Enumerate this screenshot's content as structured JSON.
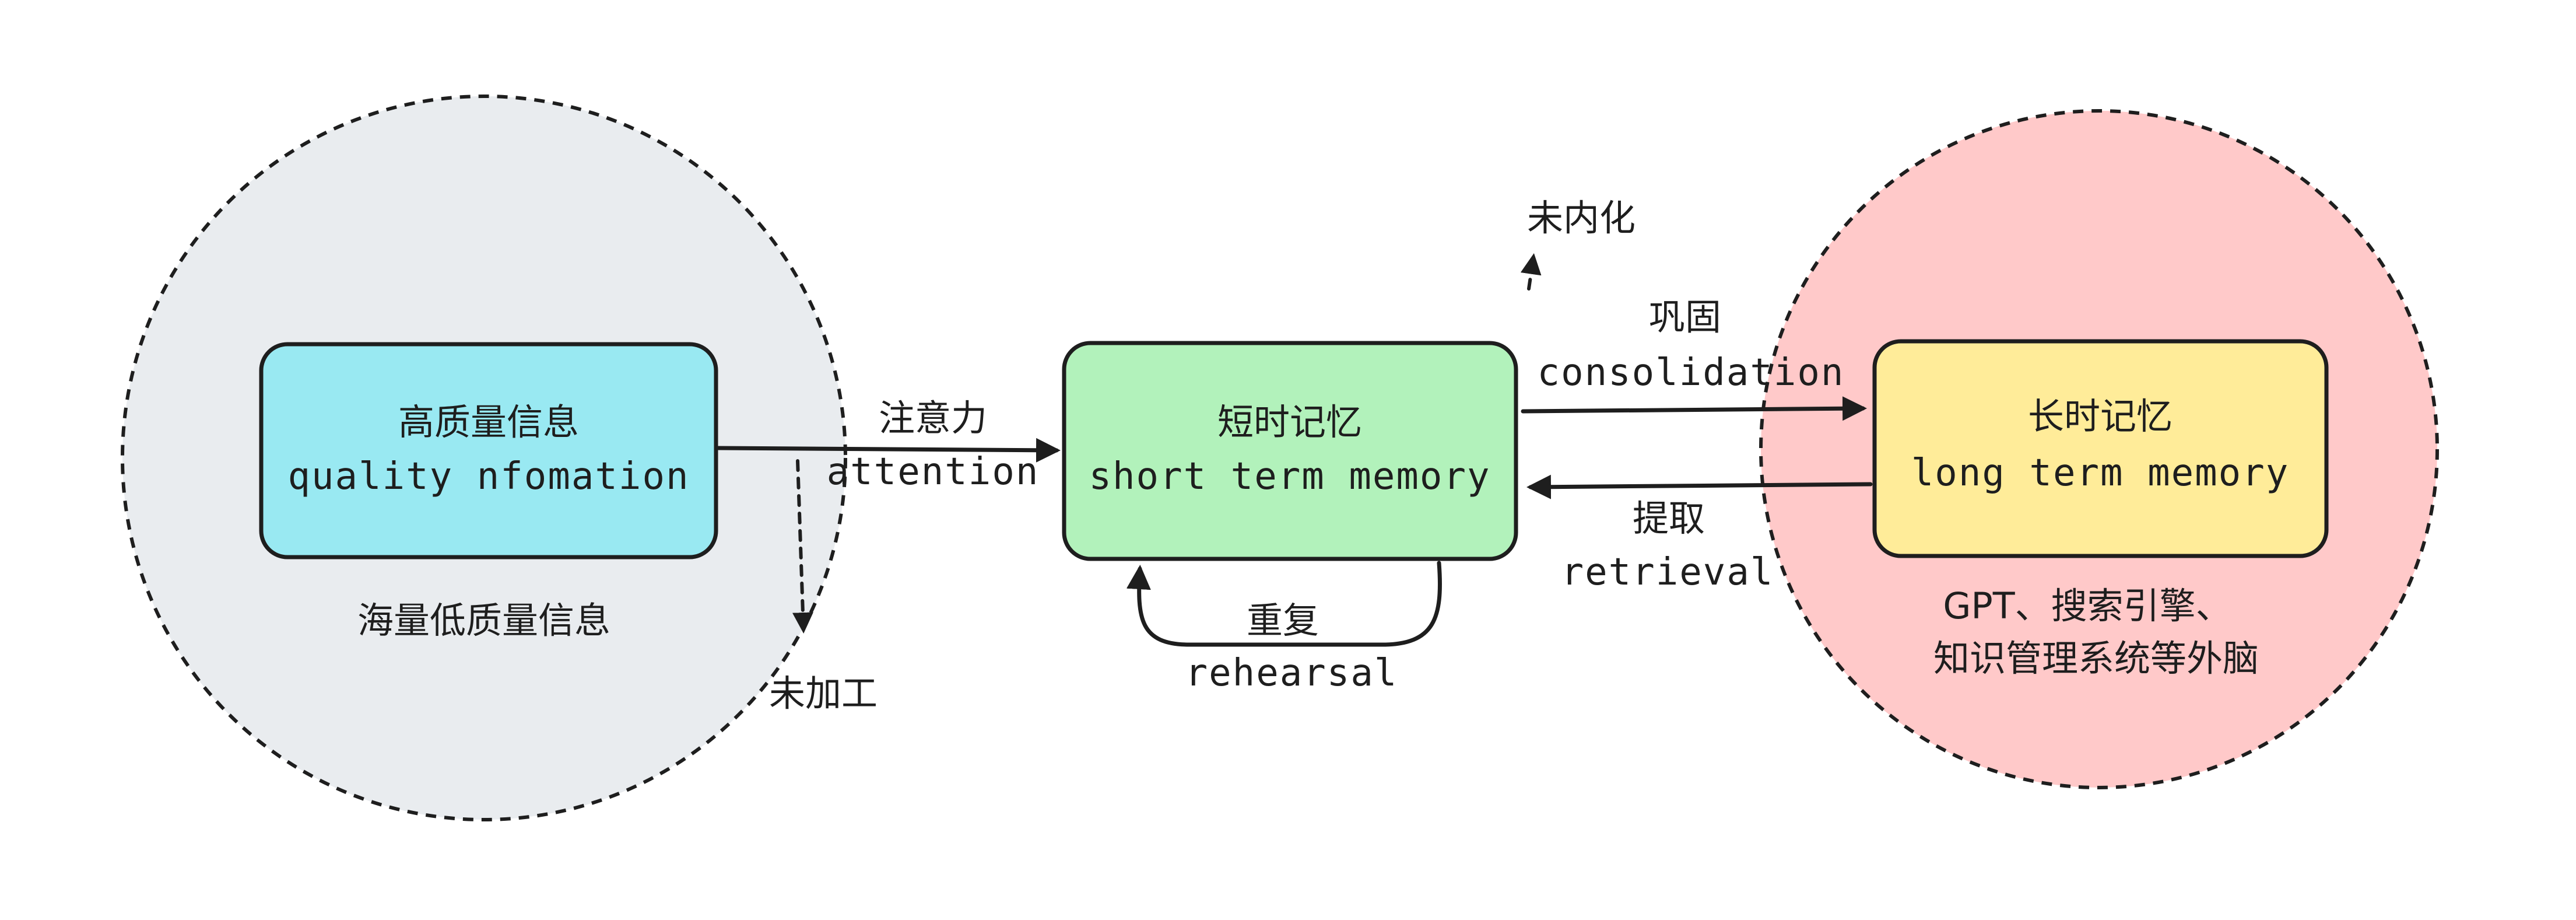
{
  "colors": {
    "left_region": "#e9ecef",
    "right_region": "#ffc9c9",
    "quality_box": "#99e9f2",
    "short_box": "#b2f2bb",
    "long_box": "#ffec99",
    "stroke": "#1e1e1e"
  },
  "nodes": {
    "quality": {
      "cn": "高质量信息",
      "en": "quality nfomation"
    },
    "short": {
      "cn": "短时记忆",
      "en": "short term memory"
    },
    "long": {
      "cn": "长时记忆",
      "en": "long term memory"
    }
  },
  "regions": {
    "left_label": "海量低质量信息",
    "right_label_line1": "GPT、搜索引擎、",
    "right_label_line2": "知识管理系统等外脑"
  },
  "edges": {
    "attention": {
      "cn": "注意力",
      "en": "attention"
    },
    "consolidation": {
      "cn": "巩固",
      "en": "consolidation"
    },
    "retrieval": {
      "cn": "提取",
      "en": "retrieval"
    },
    "rehearsal": {
      "cn": "重复",
      "en": "rehearsal"
    },
    "unprocessed": "未加工",
    "not_internalized": "未内化"
  }
}
